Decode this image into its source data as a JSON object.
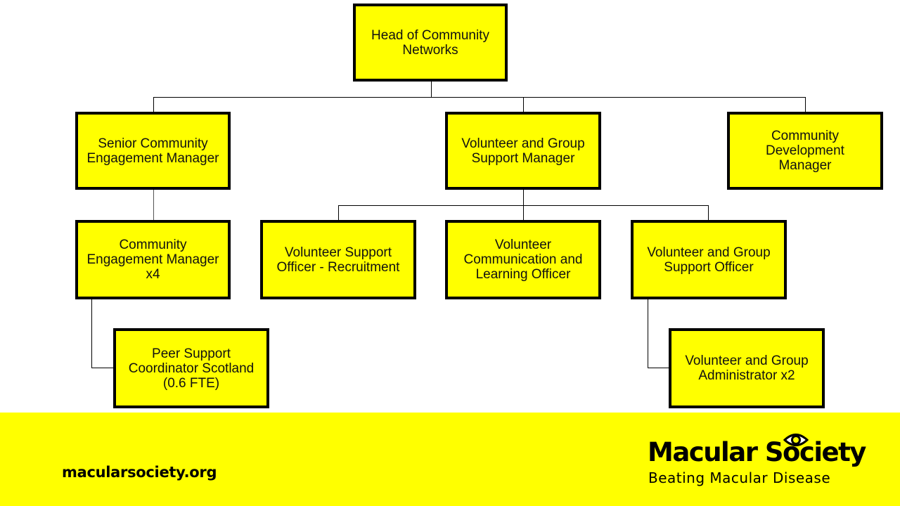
{
  "org_chart": {
    "colors": {
      "box_fill": "#ffff00",
      "box_border": "#000000",
      "connector": "#000000",
      "footer_bg": "#ffff00"
    },
    "nodes": {
      "head": "Head of Community\nNetworks",
      "senior_cem": "Senior Community\nEngagement Manager",
      "vgsm": "Volunteer and Group\nSupport Manager",
      "cdm": "Community\nDevelopment\nManager",
      "cem": "Community\nEngagement Manager\nx4",
      "vso_recruitment": "Volunteer Support\nOfficer - Recruitment",
      "vclo": "Volunteer\nCommunication and\nLearning Officer",
      "vgso": "Volunteer and Group\nSupport Officer",
      "peer_support": "Peer Support\nCoordinator Scotland\n(0.6 FTE)",
      "vga": "Volunteer and Group\nAdministrator x2"
    },
    "edges": [
      [
        "head",
        "senior_cem"
      ],
      [
        "head",
        "vgsm"
      ],
      [
        "head",
        "cdm"
      ],
      [
        "senior_cem",
        "cem"
      ],
      [
        "cem",
        "peer_support"
      ],
      [
        "vgsm",
        "vso_recruitment"
      ],
      [
        "vgsm",
        "vclo"
      ],
      [
        "vgsm",
        "vgso"
      ],
      [
        "vgso",
        "vga"
      ]
    ]
  },
  "footer": {
    "website": "macularsociety.org",
    "logo_name": "Macular Society",
    "logo_tagline": "Beating Macular Disease",
    "logo_icon": "eye-icon"
  }
}
